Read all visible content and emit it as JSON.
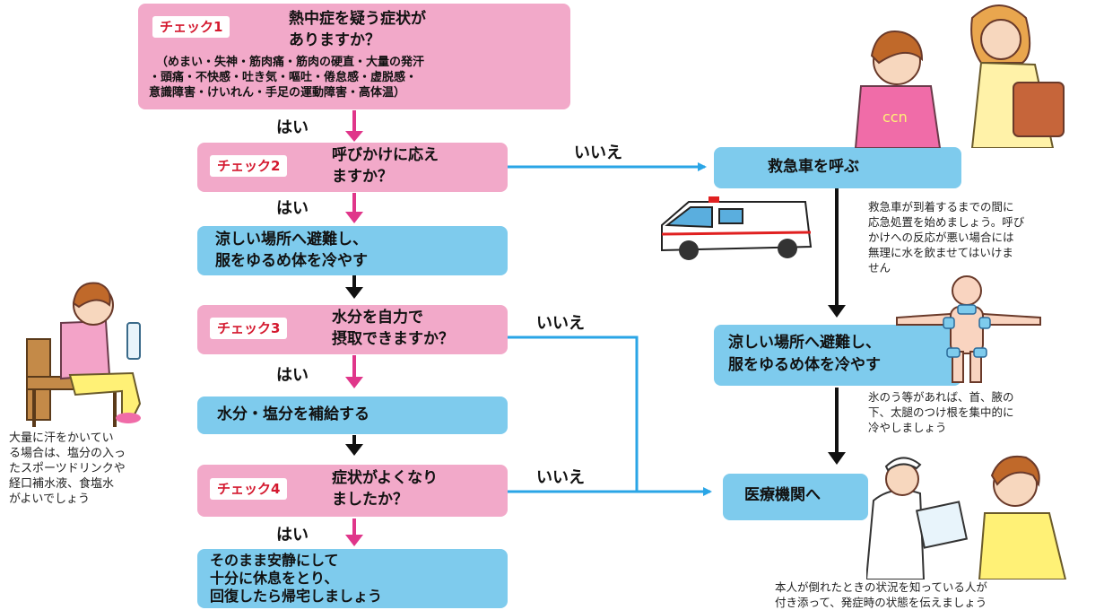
{
  "flow": {
    "check1": {
      "badge": "チェック1",
      "question_line1": "熱中症を疑う症状が",
      "question_line2": "ありますか？",
      "symptoms_line1": "（めまい・失神・筋肉痛・筋肉の硬直・大量の発汗",
      "symptoms_line2": "・頭痛・不快感・吐き気・嘔吐・倦怠感・虚脱感・",
      "symptoms_line3": "意識障害・けいれん・手足の運動障害・高体温）"
    },
    "check2": {
      "badge": "チェック2",
      "question_line1": "呼びかけに応え",
      "question_line2": "ますか？"
    },
    "cool_line1": "涼しい場所へ避難し、",
    "cool_line2": "服をゆるめ体を冷やす",
    "check3": {
      "badge": "チェック3",
      "question_line1": "水分を自力で",
      "question_line2": "摂取できますか？"
    },
    "hydrate": "水分・塩分を補給する",
    "check4": {
      "badge": "チェック4",
      "question_line1": "症状がよくなり",
      "question_line2": "ましたか？"
    },
    "rest_line1": "そのまま安静にして",
    "rest_line2": "十分に休息をとり、",
    "rest_line3": "回復したら帰宅しましょう",
    "yes": "はい",
    "no": "いいえ"
  },
  "right": {
    "ambulance": "救急車を呼ぶ",
    "ambulance_note": [
      "救急車が到着するまでの間に",
      "応急処置を始めましょう。呼び",
      "かけへの反応が悪い場合には",
      "無理に水を飲ませてはいけま",
      "せん"
    ],
    "cool_line1": "涼しい場所へ避難し、",
    "cool_line2": "服をゆるめ体を冷やす",
    "cool_note": [
      "氷のう等があれば、首、腋の",
      "下、太腿のつけ根を集中的に",
      "冷やしましょう"
    ],
    "hospital": "医療機関へ",
    "hospital_note": [
      "本人が倒れたときの状況を知っている人が",
      "付き添って、発症時の状態を伝えましょう"
    ]
  },
  "left_note": [
    "大量に汗をかいてい",
    "る場合は、塩分の入っ",
    "たスポーツドリンクや",
    "経口補水液、食塩水",
    "がよいでしょう"
  ],
  "colors": {
    "pink": "#f2a9c9",
    "blue": "#7ecbed",
    "badge_red": "#d4182e",
    "arrow_pink": "#e0368a",
    "arrow_blue": "#2aa5e6"
  }
}
